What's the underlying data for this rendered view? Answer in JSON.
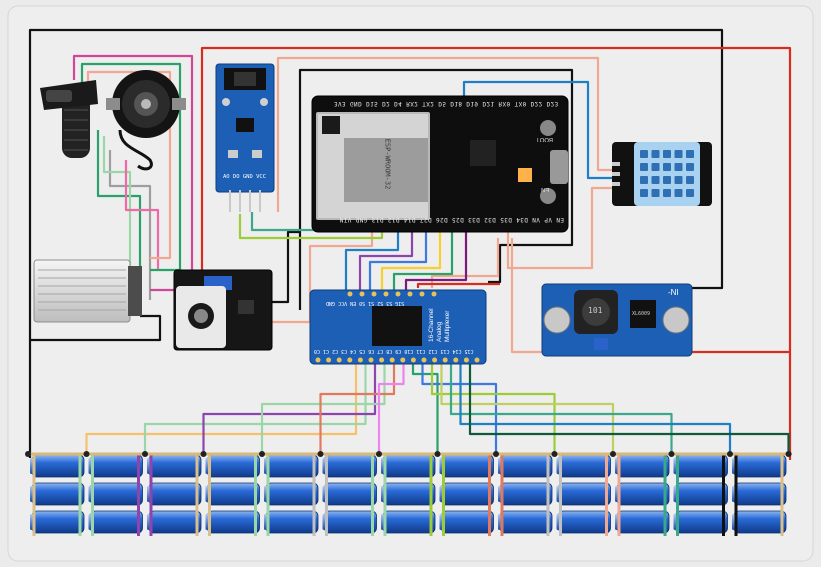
{
  "colors": {
    "background": "#ebebeb",
    "pcb_blue": "#1d4f9c",
    "pcb_black": "#111111",
    "wire_red": "#d62d20",
    "wire_black": "#111111",
    "wire_salmon": "#f0a890",
    "cell_blue": "#2a6bd8"
  },
  "esp32": {
    "top_pins": "3V3 GND D15 D2 D4 RX2 TX2 D5 D18 D19 D21 RX0 TX0 D22 D23",
    "bottom_pins": "EN VP VN D34 D35 D32 D33 D25 D26 D27 D14 D12 D13 GND VIN",
    "module_text": "ESP-WROOM-32",
    "boot_label": "BOOT",
    "en_label": "EN"
  },
  "speed_sensor": {
    "pins": "AO DO GND VCC"
  },
  "mux": {
    "title": "16-Channel Analog Multiplexer",
    "top_pins": "SIG S3 S2 S1 S0 EN VCC GND",
    "bottom_pins": "C15 C14 C13 C12 C11 C10 C9 C8 C7 C6 C5 C4 C3 C2 C1 C0"
  },
  "buck": {
    "inductor": "101",
    "chip": "XL6009",
    "ni_label": "-NI"
  },
  "battery": {
    "groups": 13,
    "rows": 3
  }
}
